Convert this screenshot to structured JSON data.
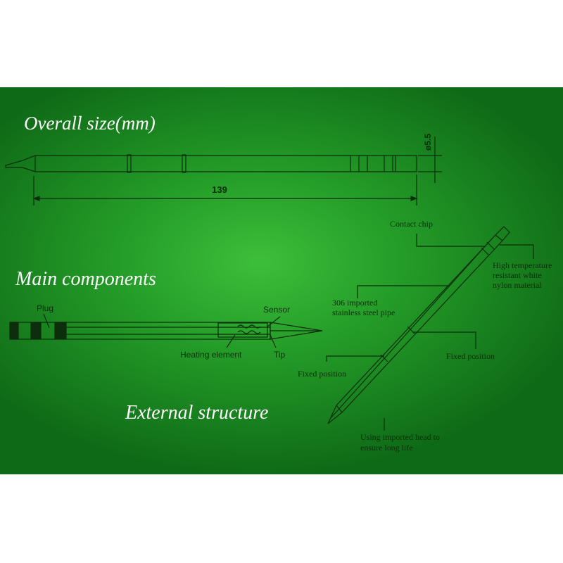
{
  "headings": {
    "overall_size": "Overall size(mm)",
    "main_components": "Main components",
    "external_structure": "External structure"
  },
  "dimensions": {
    "length": "139",
    "diameter": "ø5.5"
  },
  "components": {
    "plug": "Plug",
    "sensor": "Sensor",
    "heating_element": "Heating element",
    "tip": "Tip"
  },
  "structure": {
    "contact_chip": "Contact chip",
    "nylon_line1": "High temperature",
    "nylon_line2": "resistant white",
    "nylon_line3": "nylon material",
    "pipe_line1": "306 imported",
    "pipe_line2": "stainless steel pipe",
    "fixed_position_right": "Fixed position",
    "fixed_position_left": "Fixed position",
    "head_line1": "Using imported head to",
    "head_line2": "ensure long life"
  },
  "colors": {
    "background_green": "#239a27",
    "line": "#0c2e0c",
    "heading": "#ffffff"
  }
}
